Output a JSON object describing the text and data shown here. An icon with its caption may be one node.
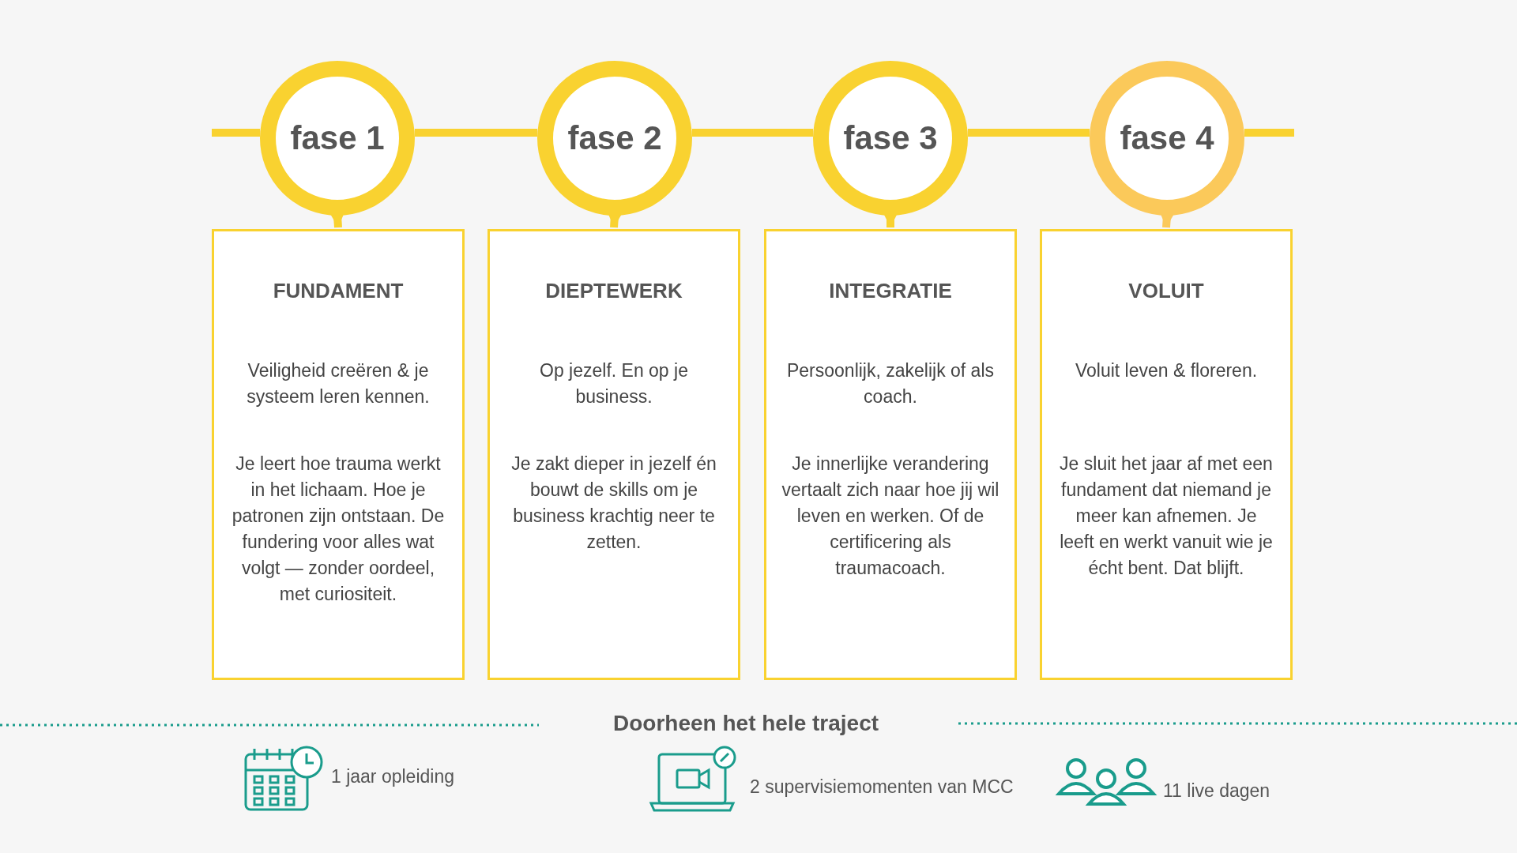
{
  "diagram": {
    "nodes": [
      {
        "text": [
          "fase 1"
        ]
      },
      {
        "text": [
          "fase 2"
        ]
      },
      {
        "text": [
          "fase 3"
        ]
      },
      {
        "text": [
          "fase 4"
        ]
      },
      {
        "text": [
          "FUNDAMENT",
          "Veiligheid creëren & je systeem leren kennen.",
          "Je leert hoe trauma werkt in het lichaam. Hoe je patronen zijn ontstaan. De fundering voor alles wat volgt — zonder oordeel, met curiositeit."
        ]
      },
      {
        "text": [
          "DIEPTEWERK",
          "Op jezelf. En op je business.",
          "Je zakt dieper in jezelf én bouwt de skills om je business krachtig neer te zetten."
        ]
      },
      {
        "text": [
          "INTEGRATIE",
          "Persoonlijk, zakelijk of als coach.",
          "Je innerlijke verandering vertaalt zich naar hoe jij wil leven en werken. Of de certificering als traumacoach."
        ]
      },
      {
        "text": [
          "VOLUIT",
          "Voluit leven & floreren.",
          "Je sluit het jaar af met een fundament dat niemand je meer kan afnemen. Je leeft en werkt vanuit wie je écht bent. Dat blijft."
        ]
      }
    ],
    "edges": [
      {
        "from": 0,
        "to": 1,
        "arrow": "none"
      },
      {
        "from": 1,
        "to": 2,
        "arrow": "none"
      },
      {
        "from": 2,
        "to": 3,
        "arrow": "none"
      },
      {
        "from": 0,
        "to": 4,
        "arrow": "to"
      },
      {
        "from": 1,
        "to": 5,
        "arrow": "to"
      },
      {
        "from": 2,
        "to": 6,
        "arrow": "to",
        "color": "#f9d230"
      },
      {
        "from": 3,
        "to": 7,
        "arrow": "to",
        "color": "#fbc95a"
      }
    ],
    "labels": [
      "Doorheen het hele traject",
      "1 jaar opleiding",
      "2 supervisiemomenten van MCC",
      "11 live dagen"
    ]
  }
}
